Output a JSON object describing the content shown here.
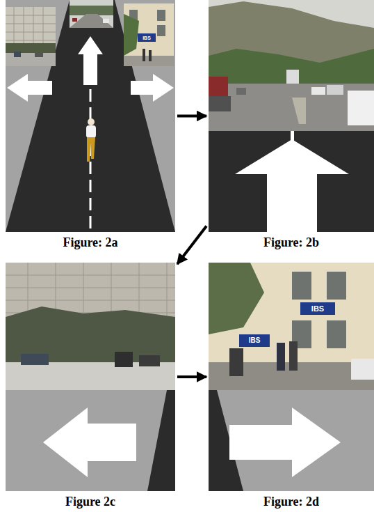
{
  "diagram": {
    "nodes": [
      {
        "text": [
          "Figure: 2a"
        ]
      },
      {
        "text": [
          "Figure: 2b"
        ]
      },
      {
        "text": [
          "Figure 2c"
        ]
      },
      {
        "text": [
          "Figure: 2d"
        ]
      }
    ],
    "edges": [
      {
        "from": 0,
        "to": 1,
        "arrow": "to"
      },
      {
        "from": 1,
        "to": 2,
        "arrow": "to"
      },
      {
        "from": 2,
        "to": 3,
        "arrow": "to"
      }
    ],
    "labels": [
      "IBS",
      "IBS",
      "IBS"
    ]
  }
}
